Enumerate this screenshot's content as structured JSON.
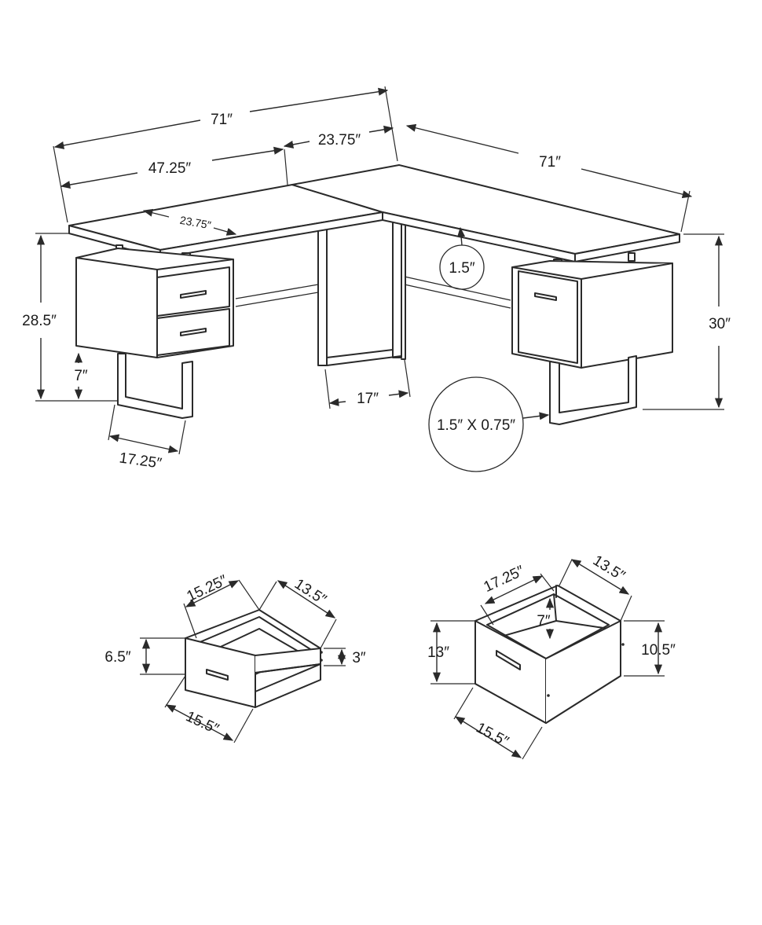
{
  "desk": {
    "overall_width_left": "71″",
    "overall_width_right": "71″",
    "left_top_length": "47.25″",
    "corner_depth": "23.75″",
    "top_depth": "23.75″",
    "top_thickness": "1.5″",
    "height_left": "28.5″",
    "height_right": "30″",
    "floor_clearance": "7″",
    "leg_width_left": "17.25″",
    "leg_width_middle": "17″",
    "leg_tube": "1.5″ X 0.75″"
  },
  "small_drawer": {
    "width": "15.25″",
    "depth": "13.5″",
    "front_height": "6.5″",
    "inner_height": "3″",
    "front_width": "15.5″"
  },
  "file_drawer": {
    "width": "17.25″",
    "depth": "13.5″",
    "inner_height": "7″",
    "front_height": "13″",
    "side_height": "10.5″",
    "front_width": "15.5″"
  }
}
